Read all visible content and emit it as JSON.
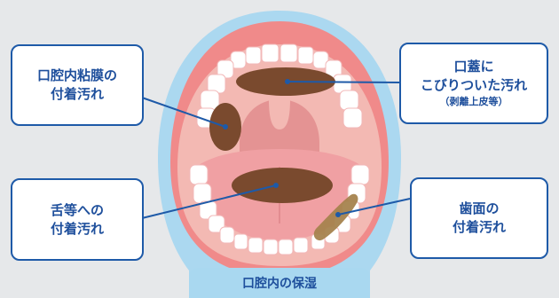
{
  "callouts": {
    "mucosa": {
      "line1": "口腔内粘膜の",
      "line2": "付着汚れ"
    },
    "palate": {
      "line1": "口蓋に",
      "line2": "こびりついた汚れ",
      "line3": "（剥離上皮等）"
    },
    "tongue": {
      "line1": "舌等への",
      "line2": "付着汚れ"
    },
    "teeth": {
      "line1": "歯面の",
      "line2": "付着汚れ"
    }
  },
  "bottom_label": "口腔内の保湿",
  "colors": {
    "outline": "#1e5aa8",
    "text": "#1e4f9c",
    "moisture": "#a9d8f0",
    "stain": "#7a4a2e",
    "tooth_stain": "#a5834e"
  }
}
